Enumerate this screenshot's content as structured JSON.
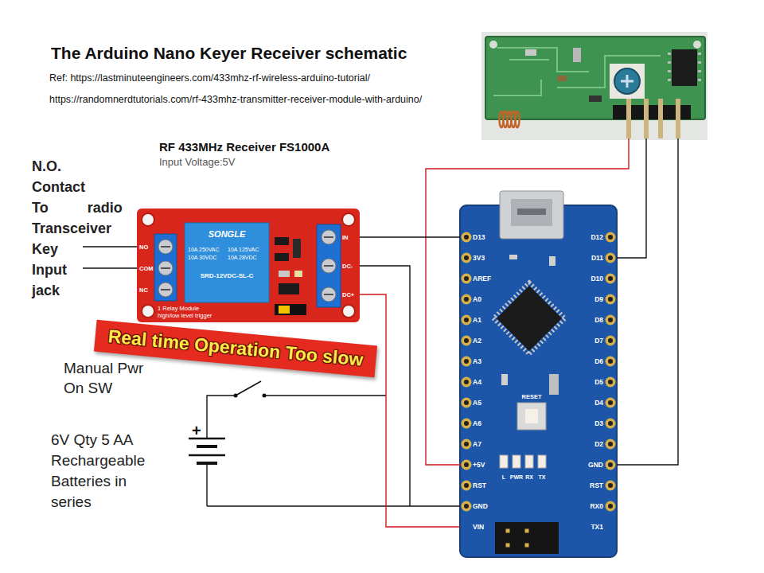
{
  "diagram": {
    "title": "The Arduino Nano Keyer Receiver schematic",
    "nodes": [
      {
        "text": [
          "NO",
          "COM",
          "NC",
          "SONGLE",
          "10A 250VAC",
          "10A 125VAC",
          "10A 30VDC",
          "10A 28VDC",
          "SRD-12VDC-SL-C",
          "1 Relay Module",
          "high/low level trigger",
          "IN",
          "DC-",
          "DC+"
        ]
      },
      {
        "text": [
          "Real time Operation Too slow"
        ]
      },
      {
        "text": [
          "D13",
          "3V3",
          "AREF",
          "A0",
          "A1",
          "A2",
          "A3",
          "A4",
          "A5",
          "A6",
          "A7",
          "+5V",
          "RST",
          "GND",
          "VIN",
          "D12",
          "D11",
          "D10",
          "D9",
          "D8",
          "D7",
          "D6",
          "D5",
          "D4",
          "D3",
          "D2",
          "GND",
          "RST",
          "RX0",
          "TX1",
          "RESET",
          "L",
          "PWR",
          "RX",
          "TX"
        ]
      }
    ],
    "edges": [
      {
        "from": 0,
        "to": 2,
        "arrow": "none"
      },
      {
        "from": 0,
        "to": 2,
        "arrow": "none"
      },
      {
        "from": 0,
        "to": 2,
        "arrow": "none"
      }
    ],
    "labels": [
      "Ref: https://lastminuteengineers.com/433mhz-rf-wireless-arduino-tutorial/",
      "https://randomnerdtutorials.com/rf-433mhz-transmitter-receiver-module-with-arduino/",
      "RF 433MHz Receiver FS1000A",
      "Input Voltage:5V",
      "N.O. Contact To radio Transceiver Key Input jack",
      "Manual Pwr On SW",
      "+",
      "6V Qty 5 AA Rechargeable Batteries in series"
    ]
  }
}
